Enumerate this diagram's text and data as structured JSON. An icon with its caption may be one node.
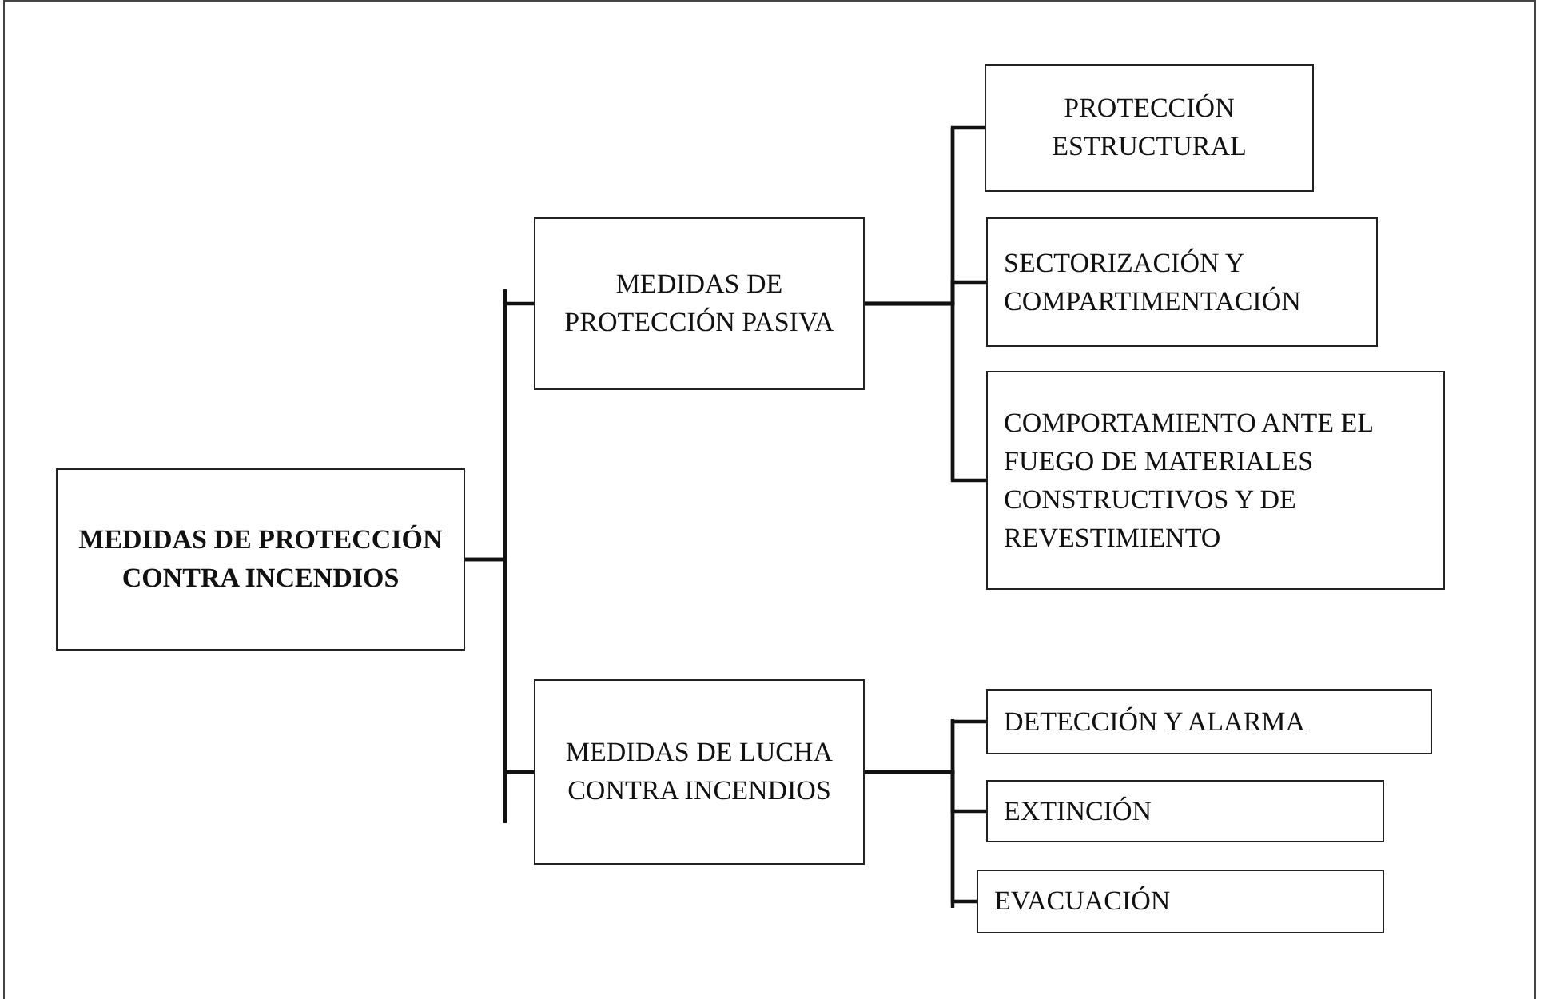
{
  "diagram": {
    "nodes": [
      {
        "text": [
          "MEDIDAS DE PROTECCIÓN CONTRA INCENDIOS"
        ]
      },
      {
        "text": [
          "MEDIDAS DE PROTECCIÓN PASIVA"
        ]
      },
      {
        "text": [
          "PROTECCIÓN ESTRUCTURAL"
        ]
      },
      {
        "text": [
          "SECTORIZACIÓN Y COMPARTIMENTACIÓN"
        ]
      },
      {
        "text": [
          "COMPORTAMIENTO ANTE EL FUEGO DE MATERIALES CONSTRUCTIVOS Y DE REVESTIMIENTO"
        ]
      },
      {
        "text": [
          "MEDIDAS DE LUCHA CONTRA INCENDIOS"
        ]
      },
      {
        "text": [
          "DETECCIÓN Y ALARMA"
        ]
      },
      {
        "text": [
          "EXTINCIÓN"
        ]
      },
      {
        "text": [
          "EVACUACIÓN"
        ]
      }
    ],
    "edges": [
      {
        "from": 0,
        "to": 1,
        "arrow": "none"
      },
      {
        "from": 0,
        "to": 5,
        "arrow": "none"
      },
      {
        "from": 1,
        "to": 2,
        "arrow": "none"
      },
      {
        "from": 1,
        "to": 3,
        "arrow": "none"
      },
      {
        "from": 1,
        "to": 4,
        "arrow": "none"
      },
      {
        "from": 5,
        "to": 6,
        "arrow": "none"
      },
      {
        "from": 5,
        "to": 7,
        "arrow": "none"
      },
      {
        "from": 5,
        "to": 8,
        "arrow": "none"
      }
    ]
  }
}
